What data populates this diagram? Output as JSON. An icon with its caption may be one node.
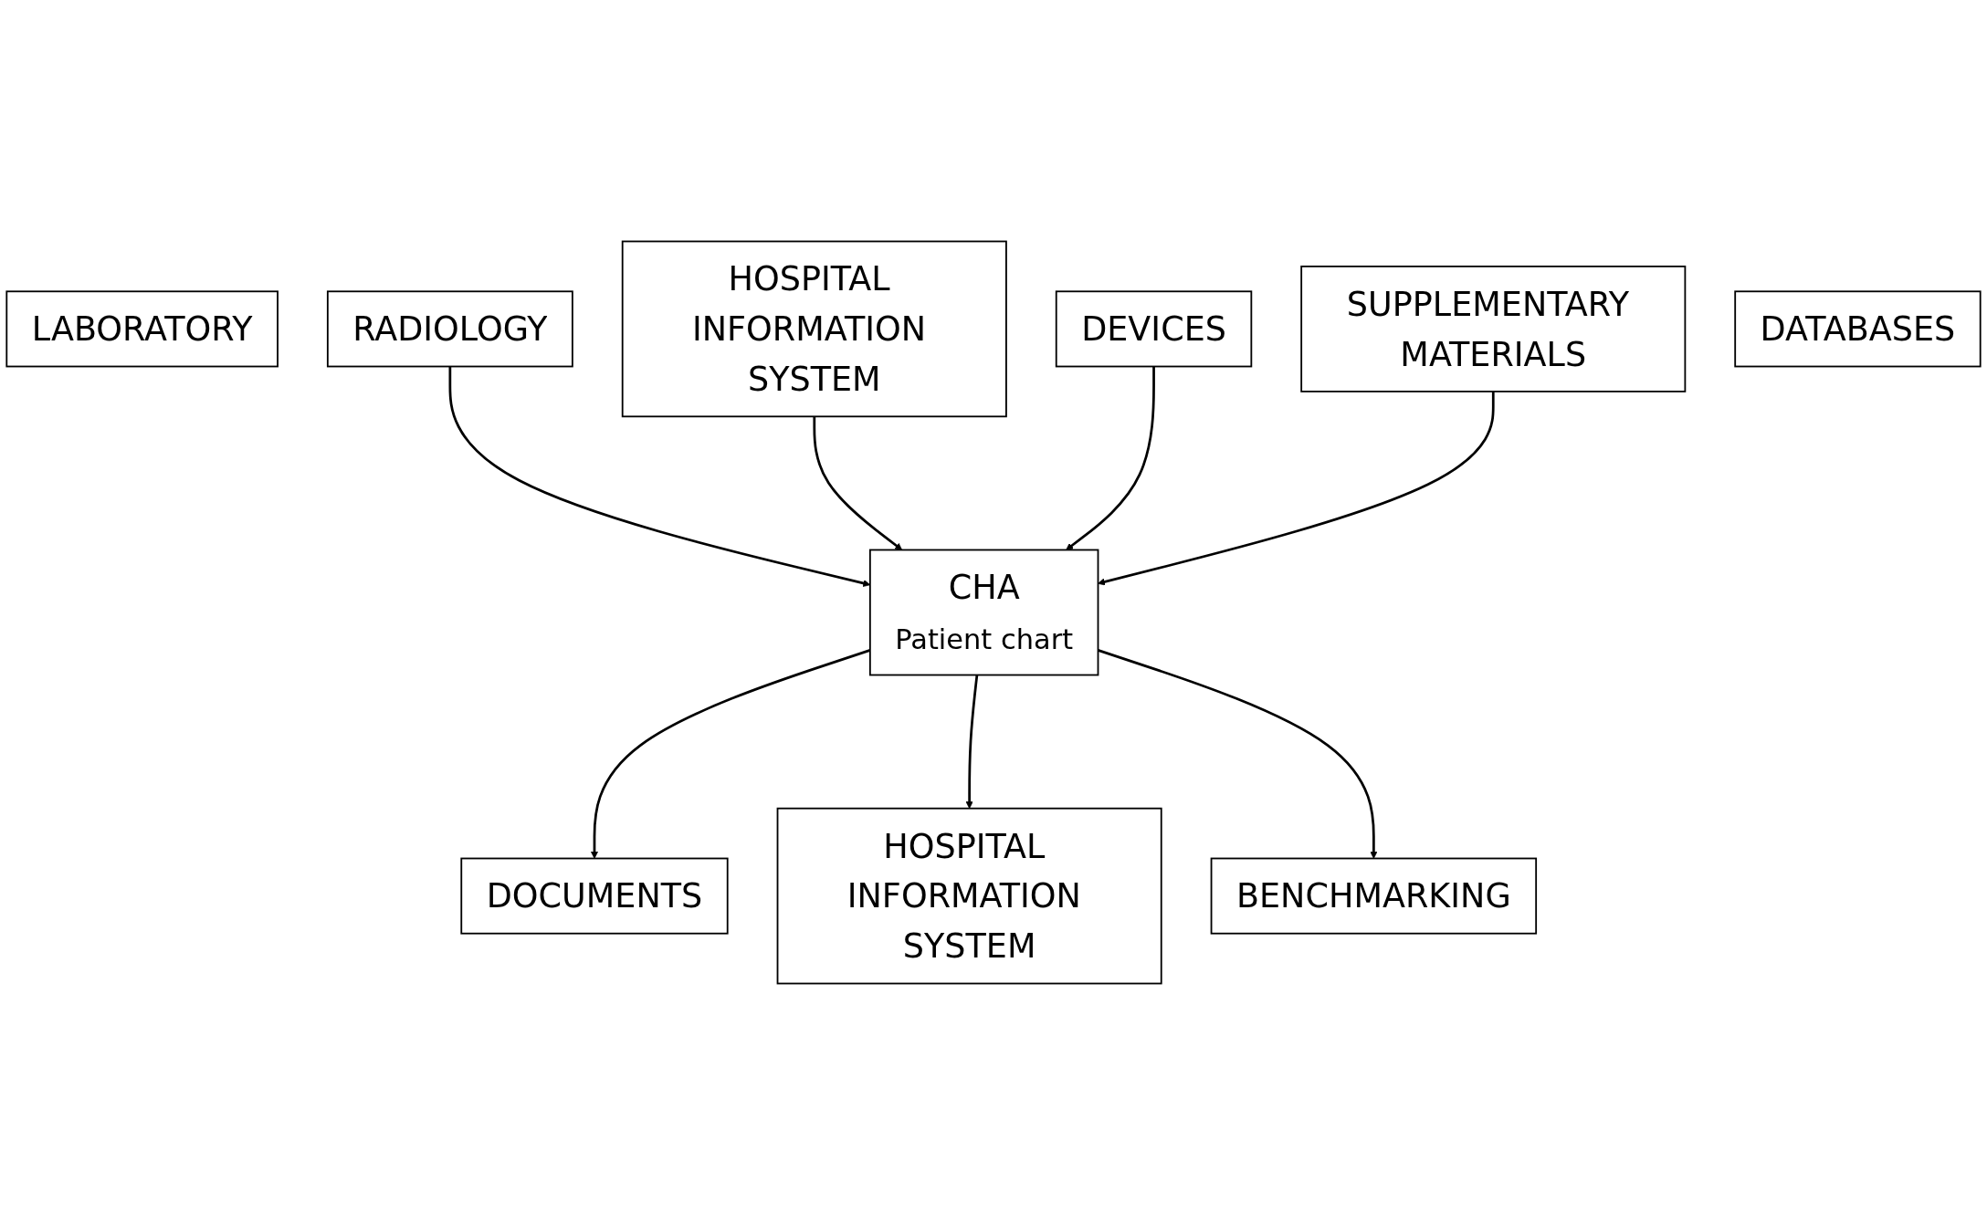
{
  "diagram": {
    "nodes": [
      {
        "text": [
          "LABORATORY"
        ]
      },
      {
        "text": [
          "RADIOLOGY"
        ]
      },
      {
        "text": [
          "HOSPITAL INFORMATION SYSTEM"
        ]
      },
      {
        "text": [
          "DEVICES"
        ]
      },
      {
        "text": [
          "SUPPLEMENTARY MATERIALS"
        ]
      },
      {
        "text": [
          "CHA",
          "Patient chart"
        ]
      },
      {
        "text": [
          "DOCUMENTS"
        ]
      },
      {
        "text": [
          "HOSPITAL INFORMATION SYSTEM"
        ]
      },
      {
        "text": [
          "BENCHMARKING"
        ]
      },
      {
        "text": [
          "DATABASES"
        ]
      }
    ],
    "edges": [
      {
        "from": 1,
        "to": 5,
        "arrow": "to"
      },
      {
        "from": 2,
        "to": 5,
        "arrow": "to"
      },
      {
        "from": 3,
        "to": 5,
        "arrow": "to"
      },
      {
        "from": 4,
        "to": 5,
        "arrow": "to"
      },
      {
        "from": 5,
        "to": 6,
        "arrow": "to"
      },
      {
        "from": 5,
        "to": 7,
        "arrow": "to"
      },
      {
        "from": 5,
        "to": 8,
        "arrow": "to"
      }
    ]
  }
}
